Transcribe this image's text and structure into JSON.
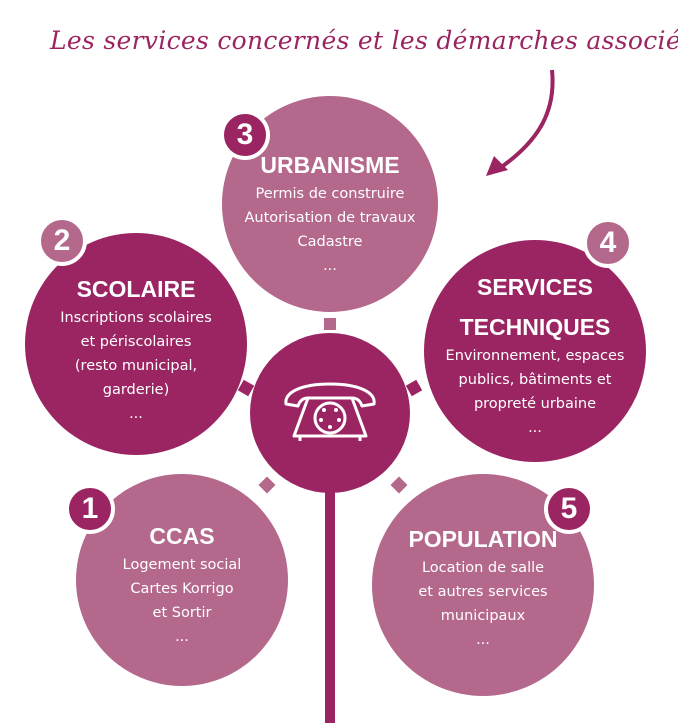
{
  "title": "Les services concernés et les démarches associées",
  "colors": {
    "dark": "#9b2562",
    "light": "#b4688c"
  },
  "center_icon": "telephone-icon",
  "services": {
    "urbanisme": {
      "number": "3",
      "heading": "URBANISME",
      "lines": [
        "Permis de construire",
        "Autorisation de travaux",
        "Cadastre",
        "..."
      ]
    },
    "scolaire": {
      "number": "2",
      "heading": "SCOLAIRE",
      "lines": [
        "Inscriptions scolaires",
        "et périscolaires",
        "(resto municipal,",
        "garderie)",
        "..."
      ]
    },
    "techniques": {
      "number": "4",
      "heading_1": "SERVICES",
      "heading_2": "TECHNIQUES",
      "lines": [
        "Environnement, espaces",
        "publics, bâtiments et",
        "propreté urbaine",
        "..."
      ]
    },
    "ccas": {
      "number": "1",
      "heading": "CCAS",
      "lines": [
        "Logement social",
        "Cartes Korrigo",
        "et Sortir",
        "..."
      ]
    },
    "population": {
      "number": "5",
      "heading": "POPULATION",
      "lines": [
        "Location de salle",
        "et autres services",
        "municipaux",
        "..."
      ]
    }
  }
}
